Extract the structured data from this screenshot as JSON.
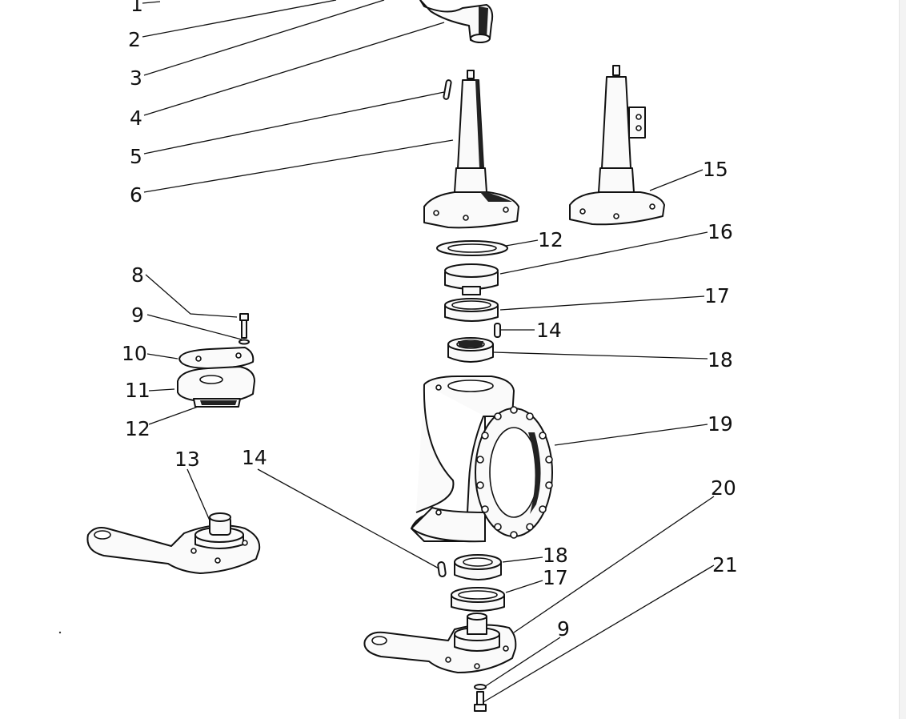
{
  "callouts": [
    {
      "id": "c1a",
      "label": "1"
    },
    {
      "id": "c2",
      "label": "2"
    },
    {
      "id": "c3",
      "label": "3"
    },
    {
      "id": "c4",
      "label": "4"
    },
    {
      "id": "c5",
      "label": "5"
    },
    {
      "id": "c6",
      "label": "6"
    },
    {
      "id": "c15",
      "label": "15"
    },
    {
      "id": "c12a",
      "label": "12"
    },
    {
      "id": "c16",
      "label": "16"
    },
    {
      "id": "c8",
      "label": "8"
    },
    {
      "id": "c17a",
      "label": "17"
    },
    {
      "id": "c9a",
      "label": "9"
    },
    {
      "id": "c14a",
      "label": "14"
    },
    {
      "id": "c10",
      "label": "10"
    },
    {
      "id": "c18a",
      "label": "18"
    },
    {
      "id": "c11",
      "label": "11"
    },
    {
      "id": "c12b",
      "label": "12"
    },
    {
      "id": "c19",
      "label": "19"
    },
    {
      "id": "c13",
      "label": "13"
    },
    {
      "id": "c14b",
      "label": "14"
    },
    {
      "id": "c20",
      "label": "20"
    },
    {
      "id": "c18b",
      "label": "18"
    },
    {
      "id": "c21",
      "label": "21"
    },
    {
      "id": "c17b",
      "label": "17"
    },
    {
      "id": "c9b",
      "label": "9"
    }
  ],
  "colors": {
    "ink": "#111111",
    "paper": "#ffffff"
  }
}
